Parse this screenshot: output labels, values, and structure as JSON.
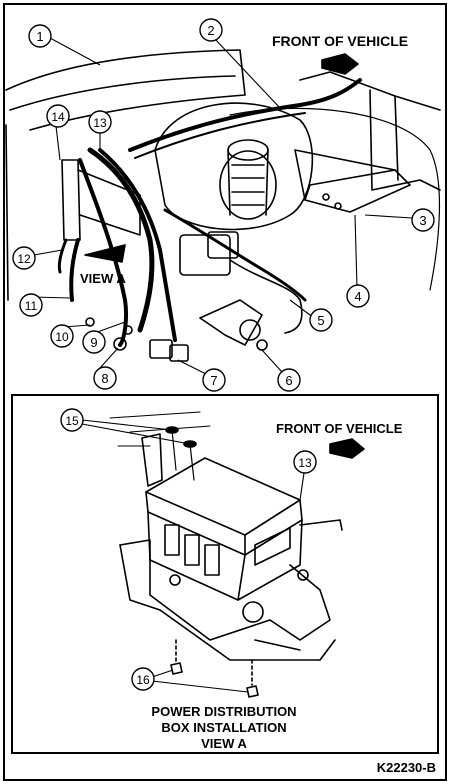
{
  "top": {
    "label": "FRONT OF VEHICLE",
    "callouts": [
      "1",
      "2",
      "3",
      "4",
      "5",
      "6",
      "7",
      "8",
      "9",
      "10",
      "11",
      "12",
      "13",
      "14"
    ],
    "view_label": "VIEW A"
  },
  "inset": {
    "label": "FRONT OF VEHICLE",
    "callouts": [
      "15",
      "13",
      "16"
    ],
    "caption_line1": "POWER DISTRIBUTION",
    "caption_line2": "BOX INSTALLATION",
    "caption_line3": "VIEW A"
  },
  "figure_id": "K22230-B"
}
